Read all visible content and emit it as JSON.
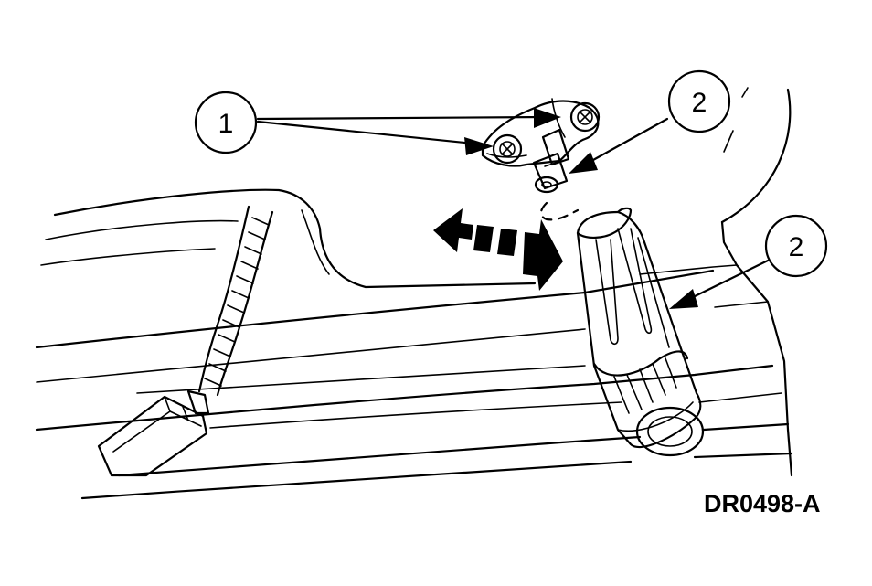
{
  "callouts": [
    {
      "label": "1"
    },
    {
      "label": "2"
    },
    {
      "label": "2"
    }
  ],
  "reference_code": "DR0498-A"
}
